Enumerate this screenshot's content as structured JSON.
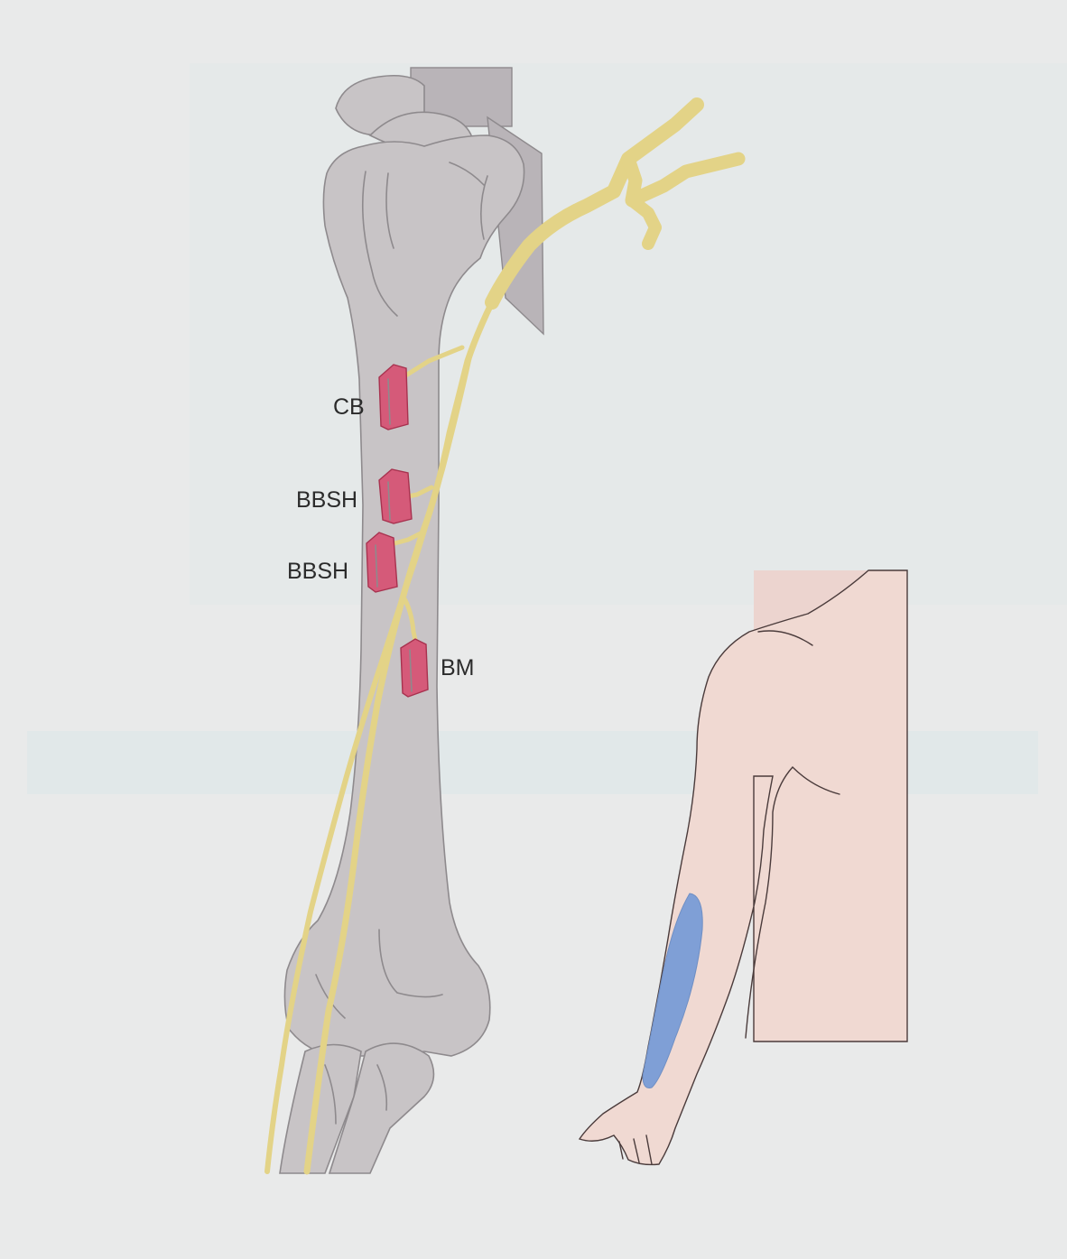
{
  "labels": {
    "cb": "CB",
    "bbsh_upper": "BBSH",
    "bbsh_lower": "BBSH",
    "bm": "BM"
  },
  "colors": {
    "bone": "#c8c4c6",
    "nerve": "#e3d387",
    "muscle_graft": "#d55a79",
    "skin": "#f0d9d2",
    "sensory_area": "#7f9fd6"
  }
}
